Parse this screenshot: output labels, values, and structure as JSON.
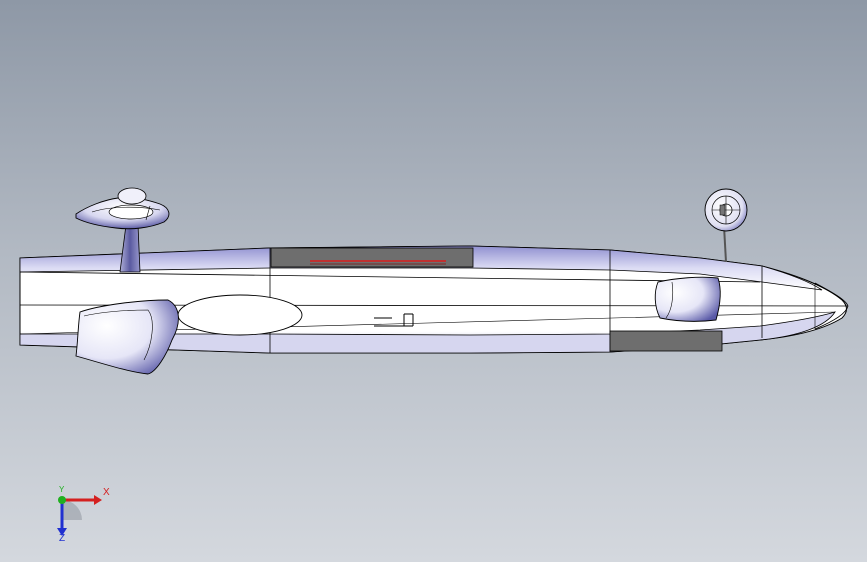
{
  "viewport": {
    "background_top": "#8e98a6",
    "background_bottom": "#d4d8de"
  },
  "model": {
    "body_color": "#ffffff",
    "shade_color": "#8c8ccd",
    "edge_color": "#000000",
    "panel_color": "#6e6e6e",
    "stripe_color": "#c03030"
  },
  "triad": {
    "x_label": "X",
    "y_label": "Y",
    "z_label": "Z",
    "x_color": "#d42020",
    "y_color": "#20b020",
    "z_color": "#2030d0"
  }
}
